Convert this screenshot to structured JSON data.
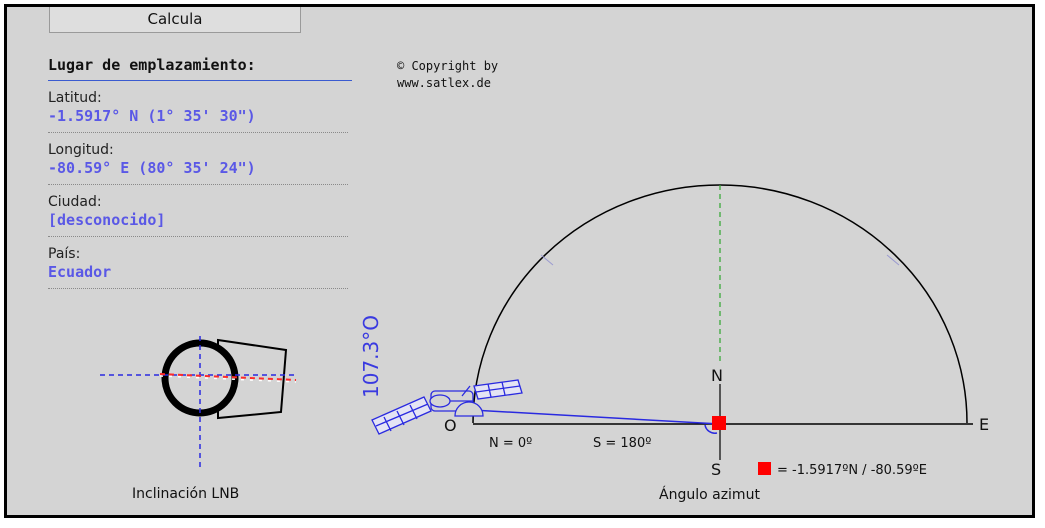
{
  "toolbar": {
    "calc_label": "Calcula"
  },
  "location": {
    "heading": "Lugar de emplazamiento:",
    "fields": [
      {
        "label": "Latitud:",
        "value": "-1.5917° N (1° 35' 30\")"
      },
      {
        "label": "Longitud:",
        "value": "-80.59° E (80° 35' 24\")"
      },
      {
        "label": "Ciudad:",
        "value": "[desconocido]"
      },
      {
        "label": "País:",
        "value": "Ecuador"
      }
    ]
  },
  "copyright": {
    "line1": "© Copyright by",
    "line2": "www.satlex.de"
  },
  "lnb": {
    "caption": "Inclinación LNB"
  },
  "azimuth": {
    "angle_label": "107.3°O",
    "north_label": "N",
    "south_label": "S",
    "east_label": "E",
    "west_label": "O",
    "n_text": "N = 0º",
    "s_text": "S = 180º",
    "legend_text": "= -1.5917ºN / -80.59ºE",
    "caption": "Ángulo azimut"
  },
  "colors": {
    "accent_blue": "#5a58e6",
    "marker_red": "#ff0000",
    "meridian_green": "#33aa33",
    "panel_gray": "#d4d4d4"
  }
}
